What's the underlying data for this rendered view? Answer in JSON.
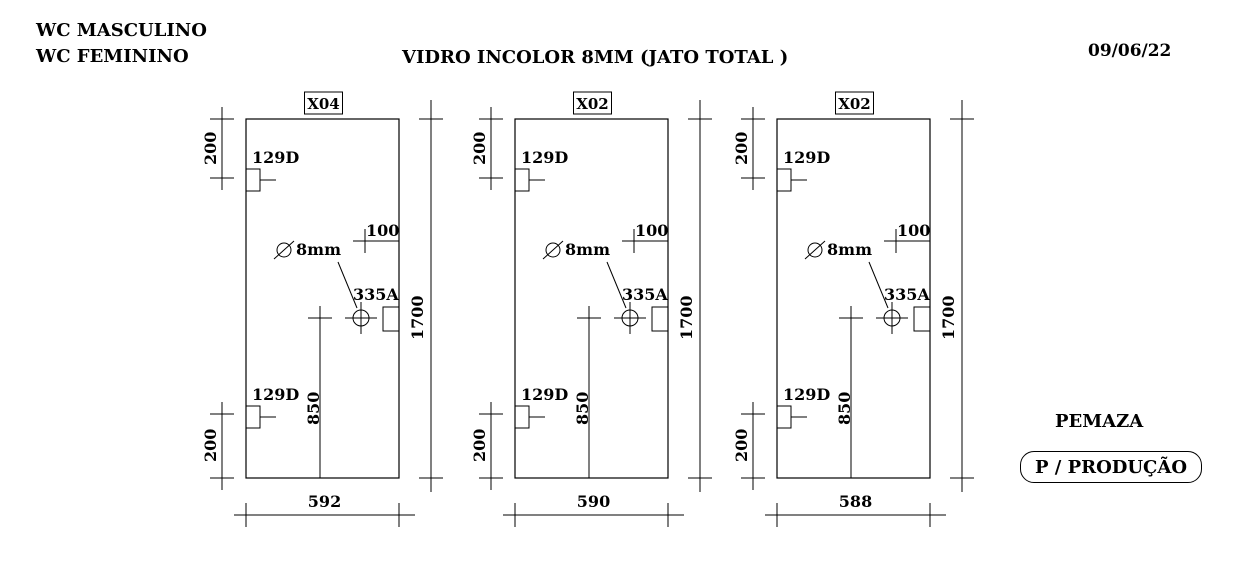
{
  "header": {
    "line1": "WC MASCULINO",
    "line2": "WC FEMININO",
    "title": "VIDRO INCOLOR 8MM (JATO TOTAL )",
    "date": "09/06/22"
  },
  "footer": {
    "company": "PEMAZA",
    "status": "P / PRODUÇÃO"
  },
  "panels": [
    {
      "tag": "X04",
      "width": "592",
      "height": "1700",
      "top_offset": "200",
      "bottom_offset": "200",
      "edge_offset": "100",
      "hole_height": "850",
      "hinge_top": "129D",
      "hinge_bottom": "129D",
      "hole_diameter": "8mm",
      "lock": "335A"
    },
    {
      "tag": "X02",
      "width": "590",
      "height": "1700",
      "top_offset": "200",
      "bottom_offset": "200",
      "edge_offset": "100",
      "hole_height": "850",
      "hinge_top": "129D",
      "hinge_bottom": "129D",
      "hole_diameter": "8mm",
      "lock": "335A"
    },
    {
      "tag": "X02",
      "width": "588",
      "height": "1700",
      "top_offset": "200",
      "bottom_offset": "200",
      "edge_offset": "100",
      "hole_height": "850",
      "hinge_top": "129D",
      "hinge_bottom": "129D",
      "hole_diameter": "8mm",
      "lock": "335A"
    }
  ]
}
